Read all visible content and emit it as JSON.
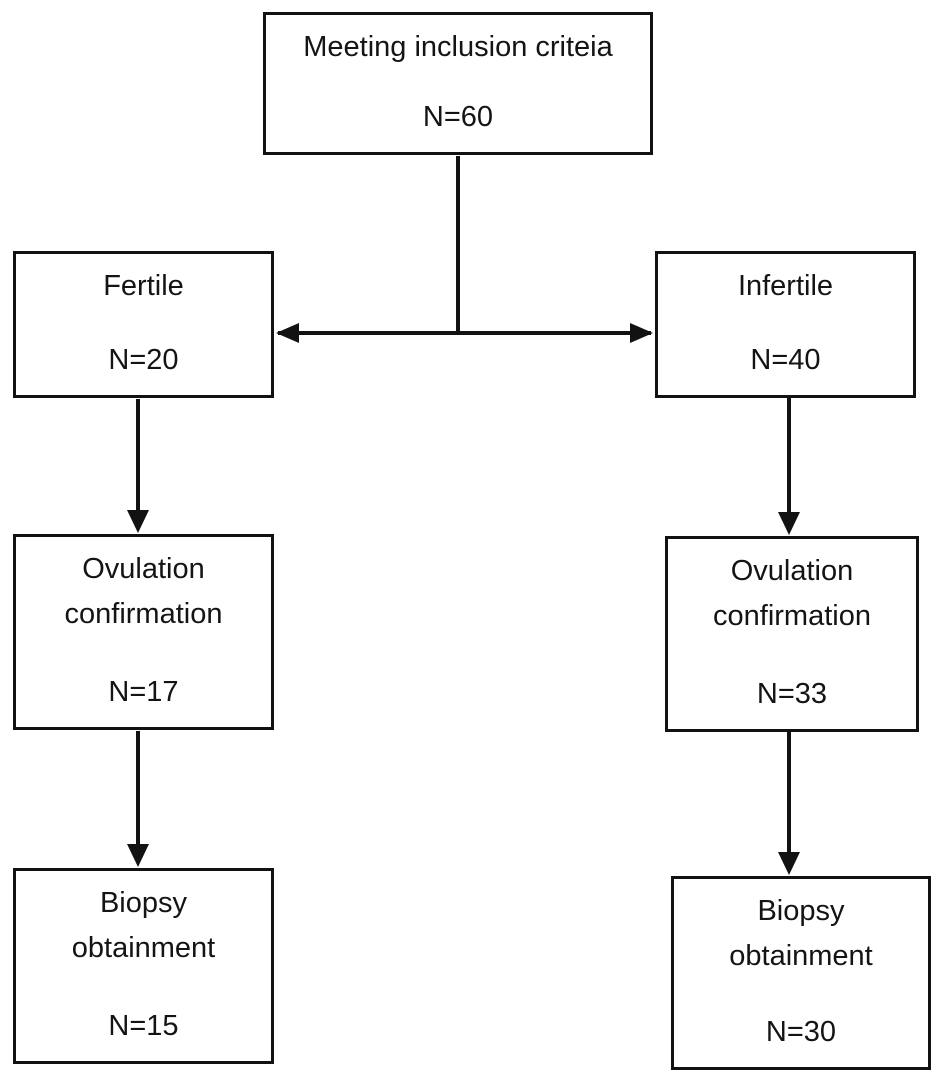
{
  "diagram": {
    "type": "flowchart",
    "colors": {
      "background": "#ffffff",
      "line": "#121212",
      "text": "#141414",
      "box_fill": "#ffffff"
    },
    "nodes": {
      "inclusion": {
        "label": "Meeting inclusion criteia",
        "n": "N=60"
      },
      "fertile": {
        "label": "Fertile",
        "n": "N=20"
      },
      "infertile": {
        "label": "Infertile",
        "n": "N=40"
      },
      "fert_ovul": {
        "label": "Ovulation confirmation",
        "n": "N=17"
      },
      "infert_ovul": {
        "label": "Ovulation confirmation",
        "n": "N=33"
      },
      "fert_biopsy": {
        "label": "Biopsy obtainment",
        "n": "N=15"
      },
      "infert_biopsy": {
        "label": "Biopsy obtainment",
        "n": "N=30"
      }
    },
    "edges": [
      {
        "from": "inclusion",
        "to": "fertile"
      },
      {
        "from": "inclusion",
        "to": "infertile"
      },
      {
        "from": "fertile",
        "to": "fert_ovul"
      },
      {
        "from": "infertile",
        "to": "infert_ovul"
      },
      {
        "from": "fert_ovul",
        "to": "fert_biopsy"
      },
      {
        "from": "infert_ovul",
        "to": "infert_biopsy"
      }
    ]
  }
}
